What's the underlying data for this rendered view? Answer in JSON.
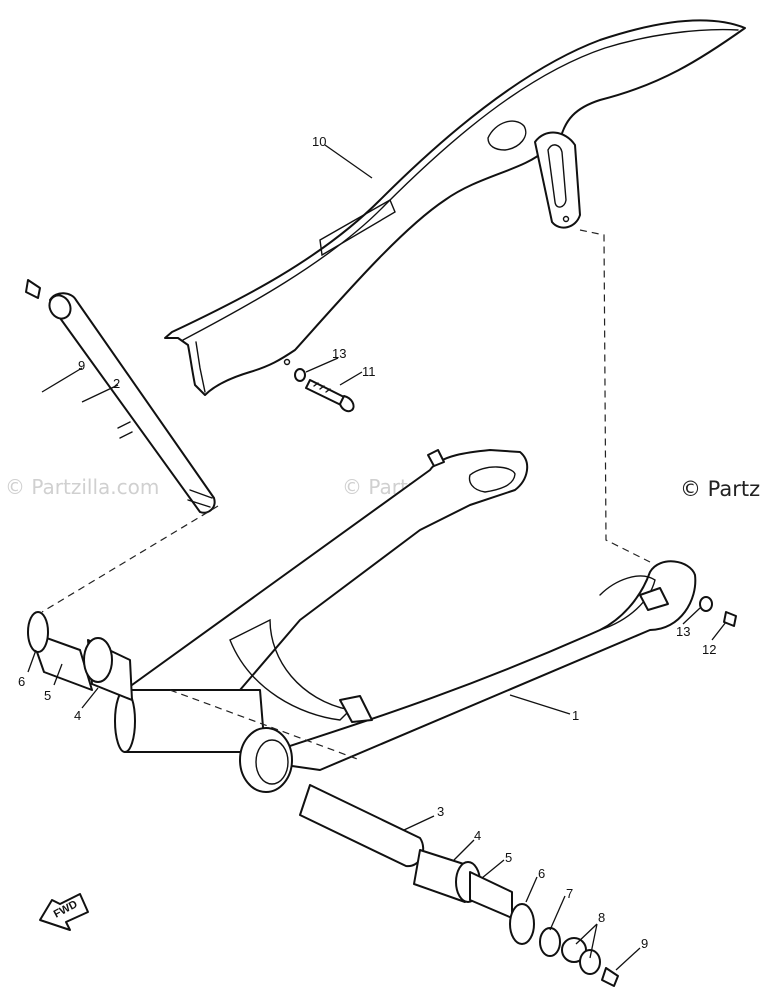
{
  "watermarks": {
    "light_left": "© Partzilla.com",
    "light_mid": "© Partzilla.com",
    "dark_right": "© Partz"
  },
  "fwd_label": "FWD",
  "callouts": {
    "c1": "1",
    "c2": "2",
    "c3": "3",
    "c4_left": "4",
    "c4_right": "4",
    "c5_left": "5",
    "c5_right": "5",
    "c6_left": "6",
    "c6_right": "6",
    "c7": "7",
    "c8": "8",
    "c9_top": "9",
    "c9_bottom": "9",
    "c10": "10",
    "c11": "11",
    "c12": "12",
    "c13_top": "13",
    "c13_right": "13"
  },
  "colors": {
    "line": "#111111",
    "watermark_light": "#d0d0d0"
  }
}
